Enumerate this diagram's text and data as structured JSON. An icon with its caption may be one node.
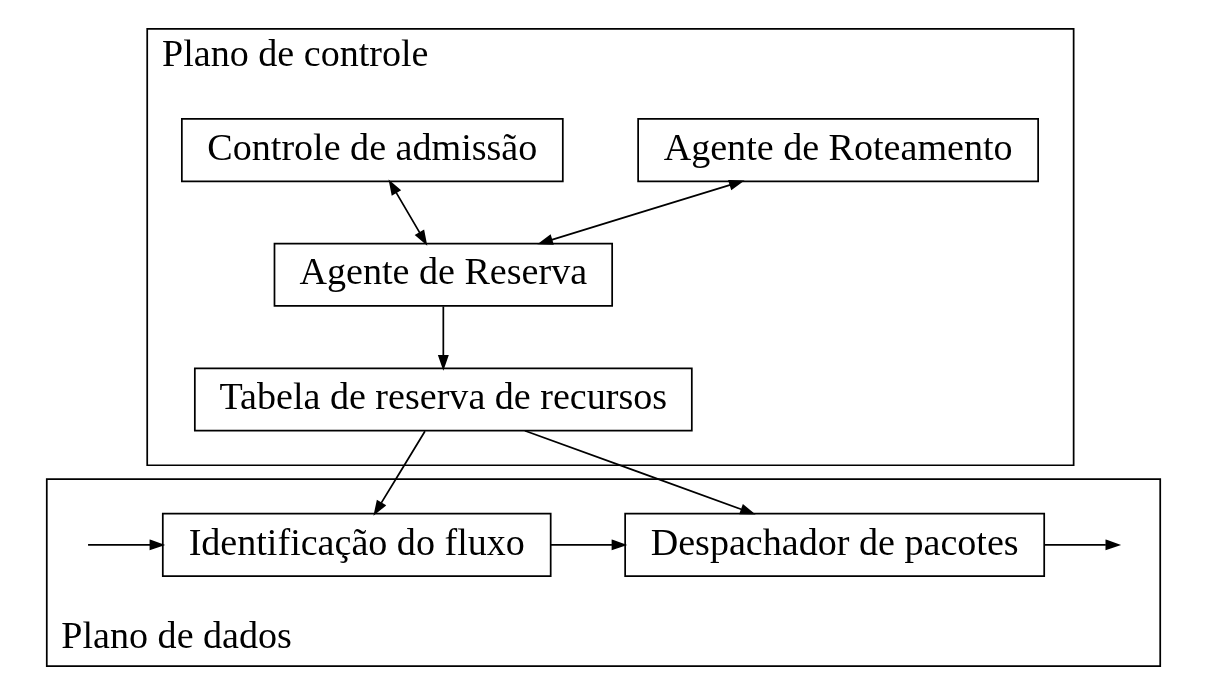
{
  "diagram": {
    "nodes": [
      {
        "text": [
          "Plano de controle"
        ]
      },
      {
        "text": [
          "Agente de Roteamento"
        ],
        "in": 0
      },
      {
        "text": [
          "Controle de admissão"
        ],
        "in": 0
      },
      {
        "text": [
          "Agente de Reserva"
        ],
        "in": 0
      },
      {
        "text": [
          "Tabela de reserva de recursos"
        ],
        "in": 0
      },
      {
        "text": [
          "Plano de dados"
        ]
      },
      {
        "text": [
          "Identificação do fluxo"
        ],
        "in": 5
      },
      {
        "text": [
          "Despachador de pacotes"
        ],
        "in": 5
      }
    ],
    "edges": [
      {
        "from": 1,
        "to": 3,
        "arrow": "both"
      },
      {
        "from": 2,
        "to": 3,
        "arrow": "both"
      },
      {
        "from": 3,
        "to": 4,
        "arrow": "to"
      },
      {
        "from": 4,
        "to": 6,
        "arrow": "to"
      },
      {
        "from": 4,
        "to": 7,
        "arrow": "to"
      },
      {
        "from": null,
        "to": 6,
        "arrow": "to"
      },
      {
        "from": 6,
        "to": 7,
        "arrow": "to"
      },
      {
        "from": 7,
        "to": null,
        "arrow": "to"
      }
    ]
  }
}
